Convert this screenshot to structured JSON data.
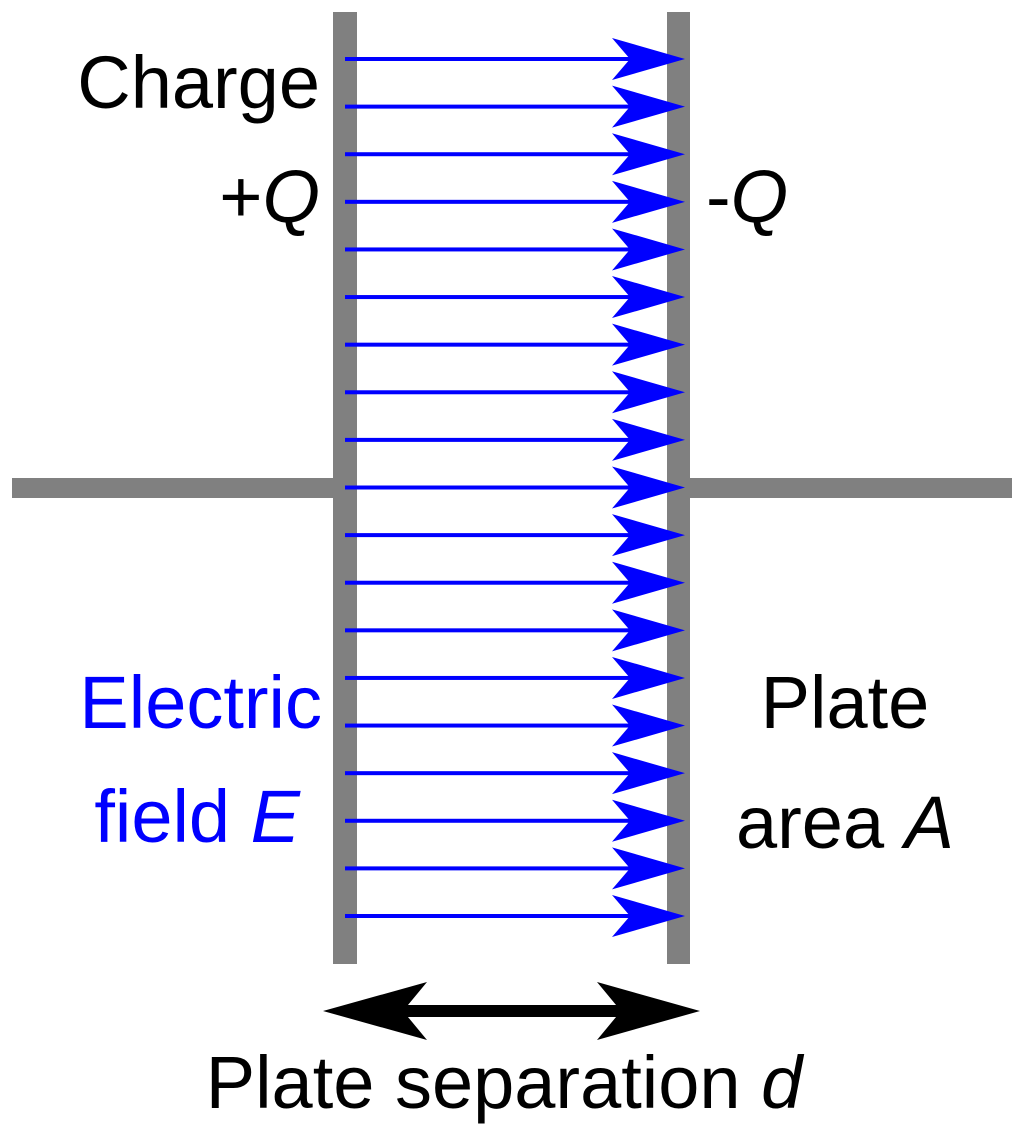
{
  "labels": {
    "charge": "Charge",
    "plus_sign": "+",
    "plus_q": "Q",
    "minus_sign": "-",
    "minus_q": "Q",
    "electric": "Electric",
    "field": "field ",
    "field_symbol": "E",
    "plate": "Plate",
    "area": "area ",
    "area_symbol": "A",
    "separation": "Plate separation ",
    "separation_symbol": "d"
  },
  "field_line_count": 19,
  "colors": {
    "plate": "#808080",
    "field": "#0000ff",
    "text": "#000000"
  }
}
